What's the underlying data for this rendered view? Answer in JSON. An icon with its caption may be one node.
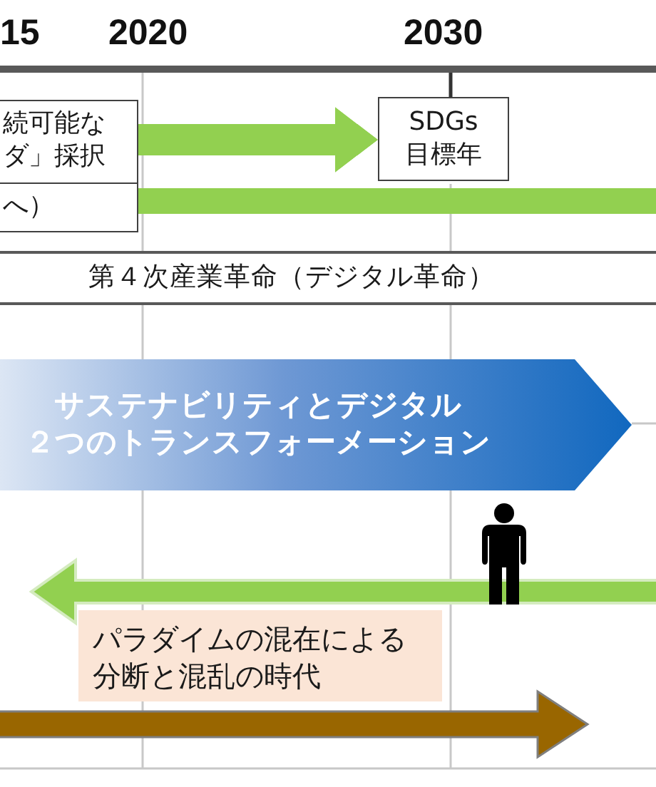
{
  "diagram": {
    "nodes": [
      {
        "text": [
          "続可能なダ」採択"
        ]
      },
      {
        "text": [
          "へ）"
        ]
      },
      {
        "text": [
          "SDGs目標年"
        ]
      },
      {
        "text": [
          "第４次産業革命（デジタル革命）"
        ]
      },
      {
        "text": [
          "サステナビリティとデジタル",
          "２つのトランスフォーメーション"
        ]
      },
      {
        "text": [
          "パラダイムの混在による分断と混乱の時代"
        ]
      }
    ],
    "edges": [
      {
        "from": 0,
        "to": 2,
        "arrow": "to",
        "color": "#92d050"
      },
      {
        "from": 1,
        "to": null,
        "arrow": "none",
        "color": "#92d050"
      }
    ],
    "labels": [
      "15",
      "2020",
      "2030"
    ]
  }
}
